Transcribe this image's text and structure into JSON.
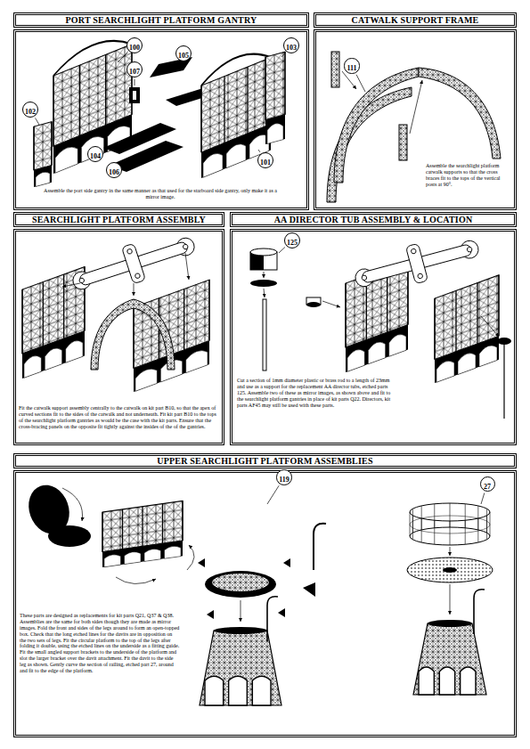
{
  "diagram": {
    "nodes": [
      {
        "text": [
          "PORT SEARCHLIGHT PLATFORM GANTRY",
          "Assemble the port side gantry in the same manner as that used for the starboard side gantry, only make it as a mirror image."
        ]
      },
      {
        "text": [
          "100"
        ],
        "in": 0
      },
      {
        "text": [
          "103"
        ],
        "in": 0
      },
      {
        "text": [
          "105"
        ],
        "in": 0
      },
      {
        "text": [
          "107"
        ],
        "in": 0
      },
      {
        "text": [
          "102"
        ],
        "in": 0
      },
      {
        "text": [
          "104"
        ],
        "in": 0
      },
      {
        "text": [
          "101"
        ],
        "in": 0
      },
      {
        "text": [
          "106"
        ],
        "in": 0
      },
      {
        "text": [
          "CATWALK SUPPORT FRAME",
          "Assemble the searchlight platform catwalk supports so that the cross braces fit to the tops of the vertical posts at 90°."
        ]
      },
      {
        "text": [
          "111"
        ],
        "in": 9
      },
      {
        "text": [
          "SEARCHLIGHT PLATFORM ASSEMBLY",
          "Fit the catwalk support assembly centrally to the catwalk on kit part B10, so that the apex of curved sections fit to the sides of the catwalk and not underneath. Fit kit part B10 to the tops of the searchlight platform gantries as would be the case with the kit parts. Ensure that the cross-bracing panels on the opposite fit tightly against the insides of the of the gantries."
        ]
      },
      {
        "text": [
          "AA DIRECTOR TUB ASSEMBLY & LOCATION",
          "Cut a section of 1mm diameter plastic or brass rod to a length of 23mm and use as a support for the replacement AA director tubs, etched parts 125. Assemble two of these as mirror images, as shown above and fit to the searchlight platform gantries in place of kit parts Q22. Directors, kit parts AF45 may still be used with these parts."
        ]
      },
      {
        "text": [
          "125"
        ],
        "in": 12
      },
      {
        "text": [
          "UPPER SEARCHLIGHT PLATFORM ASSEMBLIES",
          "These parts are designed as replacements for kit parts Q21, Q37 & Q38. Assemblies are the same for both sides though they are made as mirror images. Fold the front and sides of the legs around to form an open-topped box. Check that the long etched lines for the davits are in opposition on the two sets of legs. Fit the circular platform to the top of the legs after folding it double, using the etched lines on the underside as a fitting guide. Fit the small angled support brackets to the underside of the platform and slot the larger bracket over the davit attachment. Fit the davit to the side leg as shown. Gently curve the section of railing, etched part 27, around and fit to the edge of the platform."
        ]
      },
      {
        "text": [
          "119"
        ],
        "in": 14
      },
      {
        "text": [
          "27"
        ],
        "in": 14
      }
    ]
  }
}
